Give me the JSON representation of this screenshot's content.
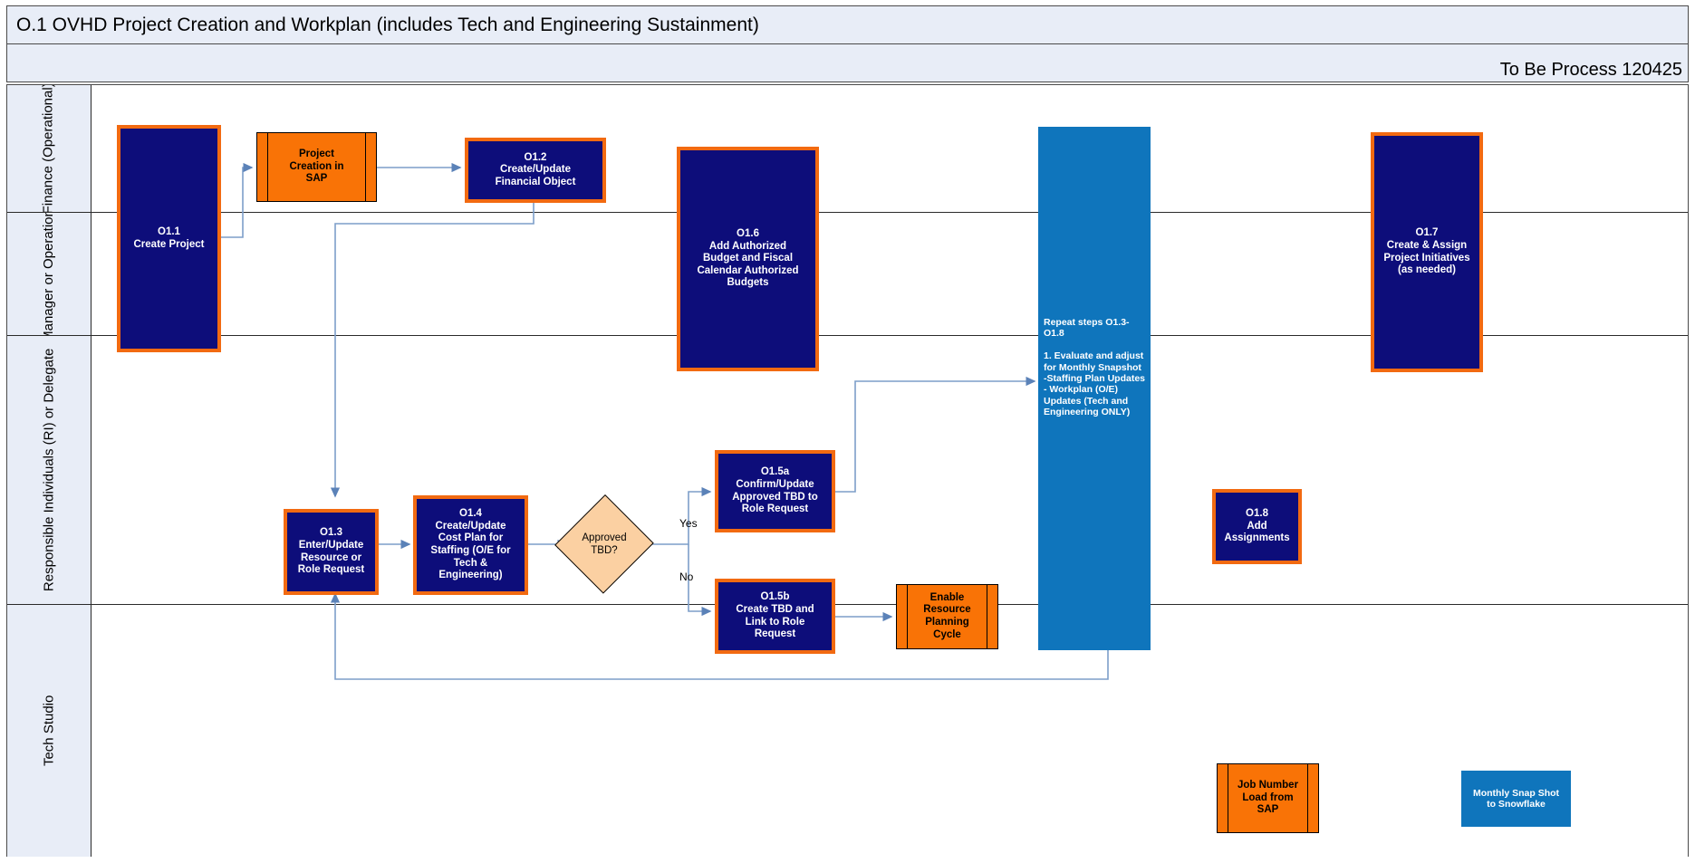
{
  "header": {
    "title": "O.1 OVHD Project Creation and Workplan (includes Tech and Engineering Sustainment)",
    "revision": "To Be Process 120425"
  },
  "colors": {
    "process_fill": "#0d0d7a",
    "process_border": "#f26a11",
    "subprocess_fill": "#f97306",
    "decision_fill": "#fbd0a2",
    "system_fill": "#0f75bc",
    "lane_header_fill": "#e8edf7",
    "connector": "#7d9ec9"
  },
  "lanes": [
    {
      "id": "finance",
      "label": "Finance\n(Operational)"
    },
    {
      "id": "business-manager",
      "label": "Business\nManager or\nOperational\nSupport"
    },
    {
      "id": "responsible-individuals",
      "label": "Responsible Individuals (RI) or\nDelegate"
    },
    {
      "id": "tech-studio",
      "label": "Tech Studio"
    }
  ],
  "nodes": {
    "o11": {
      "id": "O1.1",
      "text": "O1.1\nCreate Project",
      "type": "process"
    },
    "sap_creation": {
      "id": "sap-creation",
      "text": "Project\nCreation in\nSAP",
      "type": "subprocess"
    },
    "o12": {
      "id": "O1.2",
      "text": "O1.2\nCreate/Update\nFinancial Object",
      "type": "process"
    },
    "o16": {
      "id": "O1.6",
      "text": "O1.6\nAdd Authorized\nBudget and Fiscal\nCalendar Authorized\nBudgets",
      "type": "process"
    },
    "repeat": {
      "id": "repeat-steps",
      "text": "Repeat steps  O1.3-O1.8\n\n1. Evaluate and adjust for Monthly Snapshot\n-Staffing Plan Updates\n- Workplan (O/E) Updates (Tech and Engineering ONLY)",
      "type": "system-note"
    },
    "o17": {
      "id": "O1.7",
      "text": "O1.7\nCreate & Assign\nProject Initiatives\n(as needed)",
      "type": "process"
    },
    "o13": {
      "id": "O1.3",
      "text": "O1.3\nEnter/Update\nResource or\nRole Request",
      "type": "process"
    },
    "o14": {
      "id": "O1.4",
      "text": "O1.4\nCreate/Update\nCost Plan for\nStaffing (O/E for\nTech &\nEngineering)",
      "type": "process"
    },
    "decision": {
      "id": "approved-tbd",
      "text": "Approved\nTBD?",
      "type": "decision"
    },
    "o15a": {
      "id": "O1.5a",
      "text": "O1.5a\nConfirm/Update\nApproved TBD to\nRole Request",
      "type": "process"
    },
    "o15b": {
      "id": "O1.5b",
      "text": "O1.5b\nCreate TBD and\nLink to Role\nRequest",
      "type": "process"
    },
    "enable_rpc": {
      "id": "enable-resource-planning-cycle",
      "text": "Enable\nResource\nPlanning\nCycle",
      "type": "subprocess"
    },
    "o18": {
      "id": "O1.8",
      "text": "O1.8\nAdd\nAssignments",
      "type": "process"
    },
    "job_number": {
      "id": "job-number-load",
      "text": "Job Number\nLoad from\nSAP",
      "type": "subprocess"
    },
    "snowflake": {
      "id": "monthly-snapshot-snowflake",
      "text": "Monthly Snap Shot\nto Snowflake",
      "type": "system-note"
    }
  },
  "connector_labels": {
    "yes": "Yes",
    "no": "No"
  }
}
